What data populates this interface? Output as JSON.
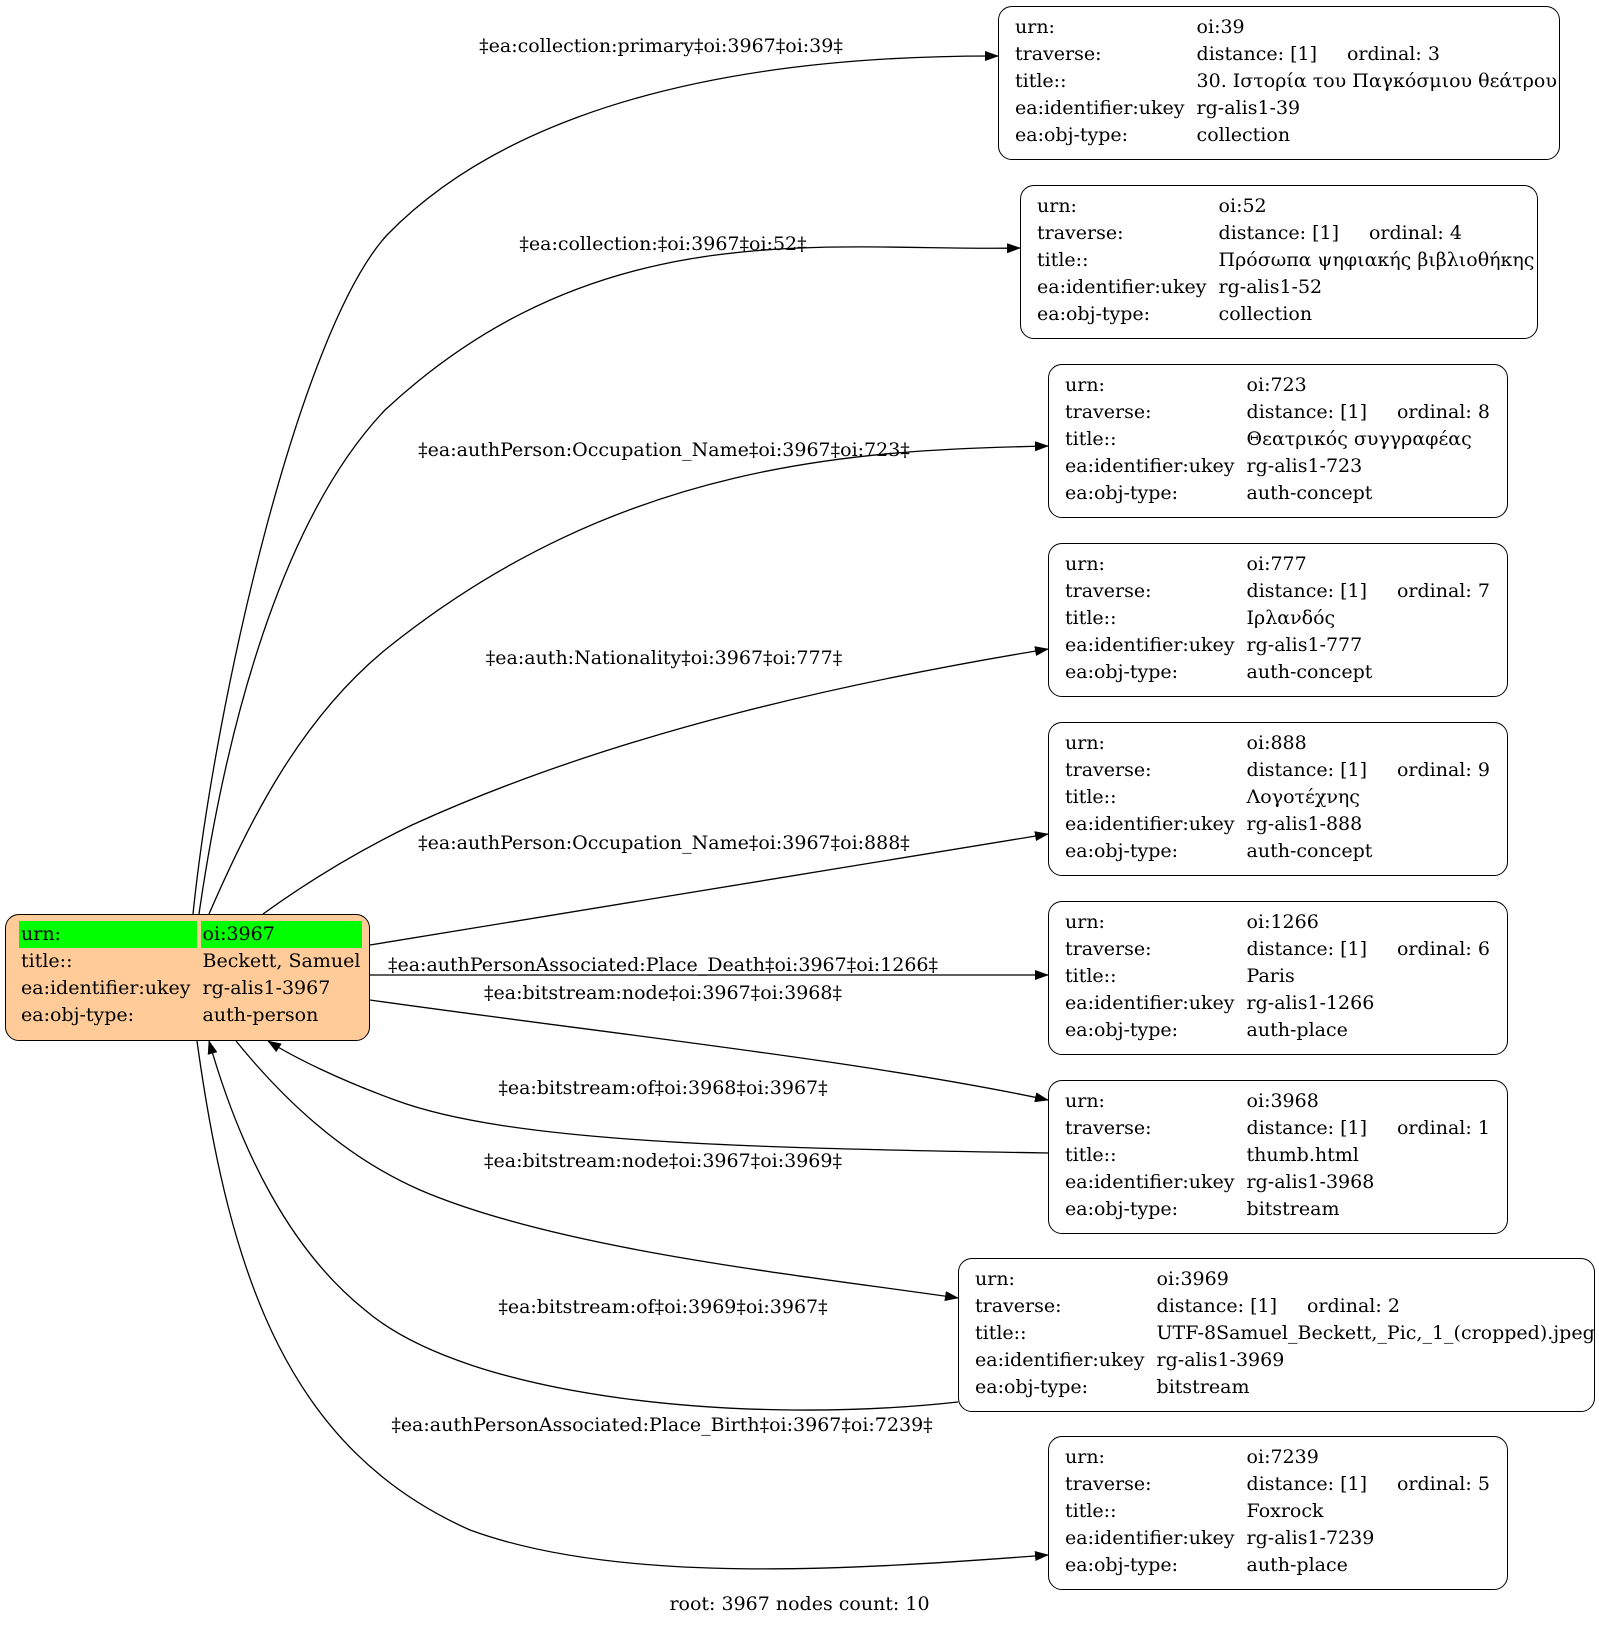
{
  "root": {
    "rows": [
      {
        "key": "urn:",
        "value": "oi:3967"
      },
      {
        "key": "title::",
        "value": "Beckett, Samuel"
      },
      {
        "key": "ea:identifier:ukey",
        "value": "rg-alis1-3967"
      },
      {
        "key": "ea:obj-type:",
        "value": "auth-person"
      }
    ]
  },
  "nodes": [
    {
      "id": "oi39",
      "urn": "oi:39",
      "distance": "distance: [1]",
      "ordinal": "ordinal: 3",
      "title": "30. Ιστορία του Παγκόσμιου θεάτρου",
      "ukey": "rg-alis1-39",
      "objtype": "collection"
    },
    {
      "id": "oi52",
      "urn": "oi:52",
      "distance": "distance: [1]",
      "ordinal": "ordinal: 4",
      "title": "Πρόσωπα ψηφιακής βιβλιοθήκης",
      "ukey": "rg-alis1-52",
      "objtype": "collection"
    },
    {
      "id": "oi723",
      "urn": "oi:723",
      "distance": "distance: [1]",
      "ordinal": "ordinal: 8",
      "title": "Θεατρικός συγγραφέας",
      "ukey": "rg-alis1-723",
      "objtype": "auth-concept"
    },
    {
      "id": "oi777",
      "urn": "oi:777",
      "distance": "distance: [1]",
      "ordinal": "ordinal: 7",
      "title": "Ιρλανδός",
      "ukey": "rg-alis1-777",
      "objtype": "auth-concept"
    },
    {
      "id": "oi888",
      "urn": "oi:888",
      "distance": "distance: [1]",
      "ordinal": "ordinal: 9",
      "title": "Λογοτέχνης",
      "ukey": "rg-alis1-888",
      "objtype": "auth-concept"
    },
    {
      "id": "oi1266",
      "urn": "oi:1266",
      "distance": "distance: [1]",
      "ordinal": "ordinal: 6",
      "title": "Paris",
      "ukey": "rg-alis1-1266",
      "objtype": "auth-place"
    },
    {
      "id": "oi3968",
      "urn": "oi:3968",
      "distance": "distance: [1]",
      "ordinal": "ordinal: 1",
      "title": "thumb.html",
      "ukey": "rg-alis1-3968",
      "objtype": "bitstream"
    },
    {
      "id": "oi3969",
      "urn": "oi:3969",
      "distance": "distance: [1]",
      "ordinal": "ordinal: 2",
      "title": "UTF-8Samuel_Beckett,_Pic,_1_(cropped).jpeg",
      "ukey": "rg-alis1-3969",
      "objtype": "bitstream"
    },
    {
      "id": "oi7239",
      "urn": "oi:7239",
      "distance": "distance: [1]",
      "ordinal": "ordinal: 5",
      "title": "Foxrock",
      "ukey": "rg-alis1-7239",
      "objtype": "auth-place"
    }
  ],
  "labels": {
    "urn": "urn:",
    "traverse": "traverse:",
    "title": "title::",
    "ukey": "ea:identifier:ukey",
    "objtype": "ea:obj-type:"
  },
  "edges": [
    {
      "id": "e1",
      "label": "‡ea:collection:primary‡oi:3967‡oi:39‡"
    },
    {
      "id": "e2",
      "label": "‡ea:collection:‡oi:3967‡oi:52‡"
    },
    {
      "id": "e3",
      "label": "‡ea:authPerson:Occupation_Name‡oi:3967‡oi:723‡"
    },
    {
      "id": "e4",
      "label": "‡ea:auth:Nationality‡oi:3967‡oi:777‡"
    },
    {
      "id": "e5",
      "label": "‡ea:authPerson:Occupation_Name‡oi:3967‡oi:888‡"
    },
    {
      "id": "e6",
      "label": "‡ea:authPersonAssociated:Place_Death‡oi:3967‡oi:1266‡"
    },
    {
      "id": "e7",
      "label": "‡ea:bitstream:node‡oi:3967‡oi:3968‡"
    },
    {
      "id": "e8",
      "label": "‡ea:bitstream:of‡oi:3968‡oi:3967‡"
    },
    {
      "id": "e9",
      "label": "‡ea:bitstream:node‡oi:3967‡oi:3969‡"
    },
    {
      "id": "e10",
      "label": "‡ea:bitstream:of‡oi:3969‡oi:3967‡"
    },
    {
      "id": "e11",
      "label": "‡ea:authPersonAssociated:Place_Birth‡oi:3967‡oi:7239‡"
    }
  ],
  "footer": "root: 3967 nodes count: 10",
  "colors": {
    "root_fill": "#ffcc99",
    "highlight": "#00ff00"
  }
}
